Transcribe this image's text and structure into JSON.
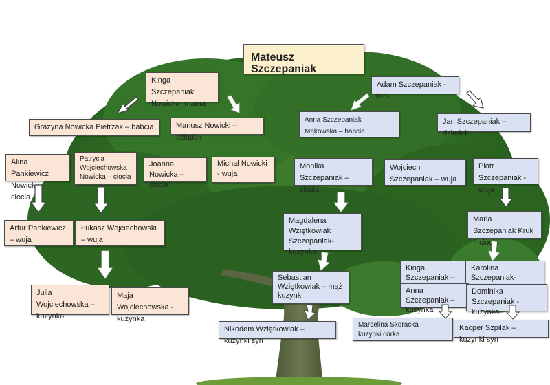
{
  "title": "Mateusz Szczepaniak",
  "colors": {
    "root_fill": "#fdf0cd",
    "mother_side_fill": "#fbe5d6",
    "father_side_fill": "#d9e1f2",
    "border": "#4a4a4a",
    "foliage": "#2f6b24",
    "trunk": "#5e6a45",
    "grass": "#6c9b3a"
  },
  "mother_side": {
    "mother": "Kinga Szczepaniak Nowicka- mama",
    "grandmother": "Grażyna Nowicka Pietrzak – babcia",
    "grandfather": "Mariusz Nowicki – dziadek",
    "aunt_alina": "Alina Pankiewicz Nowicka – ciocia",
    "aunt_patrycja": "Patrycja Wojciechowska Nowicka – ciocia",
    "aunt_joanna": "Joanna Nowicka – ciocia",
    "uncle_michal": "Michał Nowicki - wuja",
    "uncle_artur": "Artur Pankiewicz – wuja",
    "uncle_lukasz": "Łukasz Wojciechowski – wuja",
    "cousin_julia": "Julia Wojciechowska – kuzynka",
    "cousin_maja": "Maja Wojciechowska - kuzynka"
  },
  "father_side": {
    "father": "Adam Szczepaniak -tata",
    "grandmother": "Anna Szczepaniak Mąkowska – babcia",
    "grandfather": "Jan Szczepaniak – dziadek",
    "aunt_monika": "Monika Szczepaniak – ciocia",
    "uncle_wojciech": "Wojciech Szczepaniak – wuja",
    "uncle_piotr": "Piotr Szczepaniak - wuja",
    "cousin_magdalena": "Magdalena Wziętkowiak Szczepaniak- kuzynka",
    "aunt_maria": "Maria Szczepaniak Kruk – ciocia",
    "cousin_husband_sebastian": "Sebastian Wziętkowiak – mąż kuzynki",
    "cousin_kinga": "Kinga Szczepaniak – kuzynka",
    "cousin_karolina": "Karolina Szczepaniak- kuzynka",
    "cousin_anna": "Anna Szczepaniak – kuzynka",
    "cousin_dominika": "Dominika Szczepaniak - kuzynka",
    "cousin_son_nikodem": "Nikodem Wziętkowiak – kuzynki syn",
    "cousin_daughter_marcelina": "Marcelina Skoracka – kuzynki córka",
    "cousin_son_kacper": "Kacper Szpilak – kuzynki syn"
  },
  "icons": {
    "arrow_outline": "hollow-arrow-icon",
    "arrow_filled": "white-arrow-icon",
    "background": "tree-icon"
  }
}
